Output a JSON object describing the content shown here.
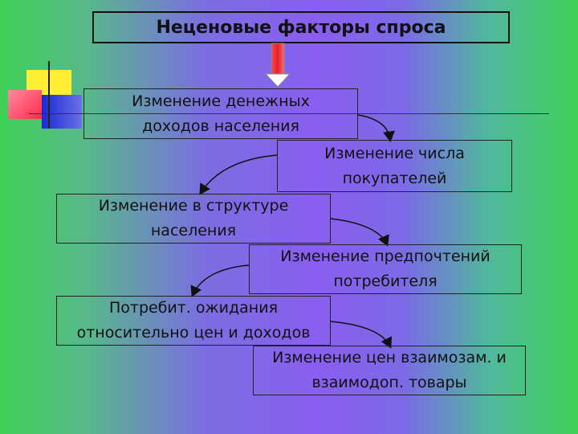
{
  "title": "Неценовые факторы спроса",
  "boxes": [
    {
      "line1": "Изменение денежных",
      "line2": "доходов населения"
    },
    {
      "line1": "Изменение числа",
      "line2": "покупателей"
    },
    {
      "line1": "Изменение в структуре",
      "line2": "населения"
    },
    {
      "line1": "Изменение предпочтений",
      "line2": "потребителя"
    },
    {
      "line1": "Потребит. ожидания",
      "line2": "относительно цен и доходов"
    },
    {
      "line1": "Изменение цен взаимозам. и",
      "line2": "взаимодоп. товары"
    }
  ],
  "colors": {
    "decor_yellow": "#ffee33",
    "decor_red": "#ff3355",
    "decor_blue": "#2233cc",
    "arrow_red": "#e8202a"
  }
}
